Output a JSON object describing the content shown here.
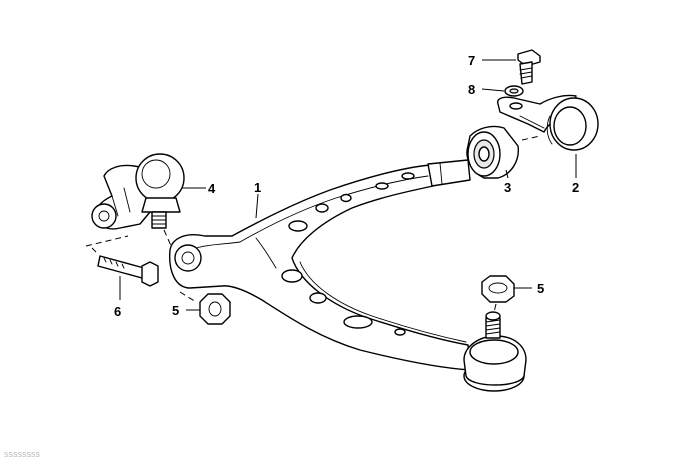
{
  "diagram": {
    "callouts": {
      "c1": "1",
      "c2": "2",
      "c3": "3",
      "c4": "4",
      "c5a": "5",
      "c5b": "5",
      "c6": "6",
      "c7": "7",
      "c8": "8"
    },
    "watermark": "ssssssss"
  }
}
